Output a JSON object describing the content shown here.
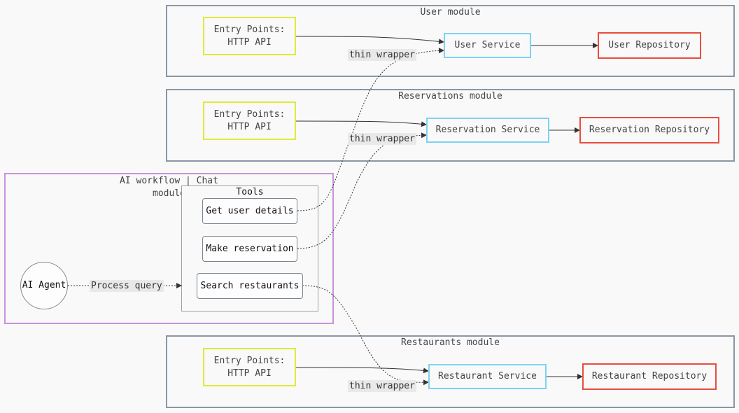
{
  "user_module": {
    "title": "User module",
    "entry_line1": "Entry Points:",
    "entry_line2": "HTTP API",
    "service": "User Service",
    "repository": "User Repository"
  },
  "reservations_module": {
    "title": "Reservations module",
    "entry_line1": "Entry Points:",
    "entry_line2": "HTTP API",
    "service": "Reservation Service",
    "repository": "Reservation Repository"
  },
  "restaurants_module": {
    "title": "Restaurants module",
    "entry_line1": "Entry Points:",
    "entry_line2": "HTTP API",
    "service": "Restaurant Service",
    "repository": "Restaurant Repository"
  },
  "ai_module": {
    "title_line1": "AI workflow | Chat",
    "title_line2": "module",
    "agent": "AI Agent",
    "process_label": "Process query",
    "tools": {
      "title": "Tools",
      "items": [
        "Get user details",
        "Make reservation",
        "Search restaurants"
      ]
    }
  },
  "edge_labels": {
    "user_wrapper": "thin wrapper",
    "reservation_wrapper": "thin wrapper",
    "restaurant_wrapper": "thin wrapper"
  },
  "colors": {
    "entry_border": "#dfea3a",
    "service_border": "#7dd3f0",
    "repository_border": "#e84d3f",
    "module_border": "#8a97a3",
    "ai_module_border": "#c993dc"
  }
}
